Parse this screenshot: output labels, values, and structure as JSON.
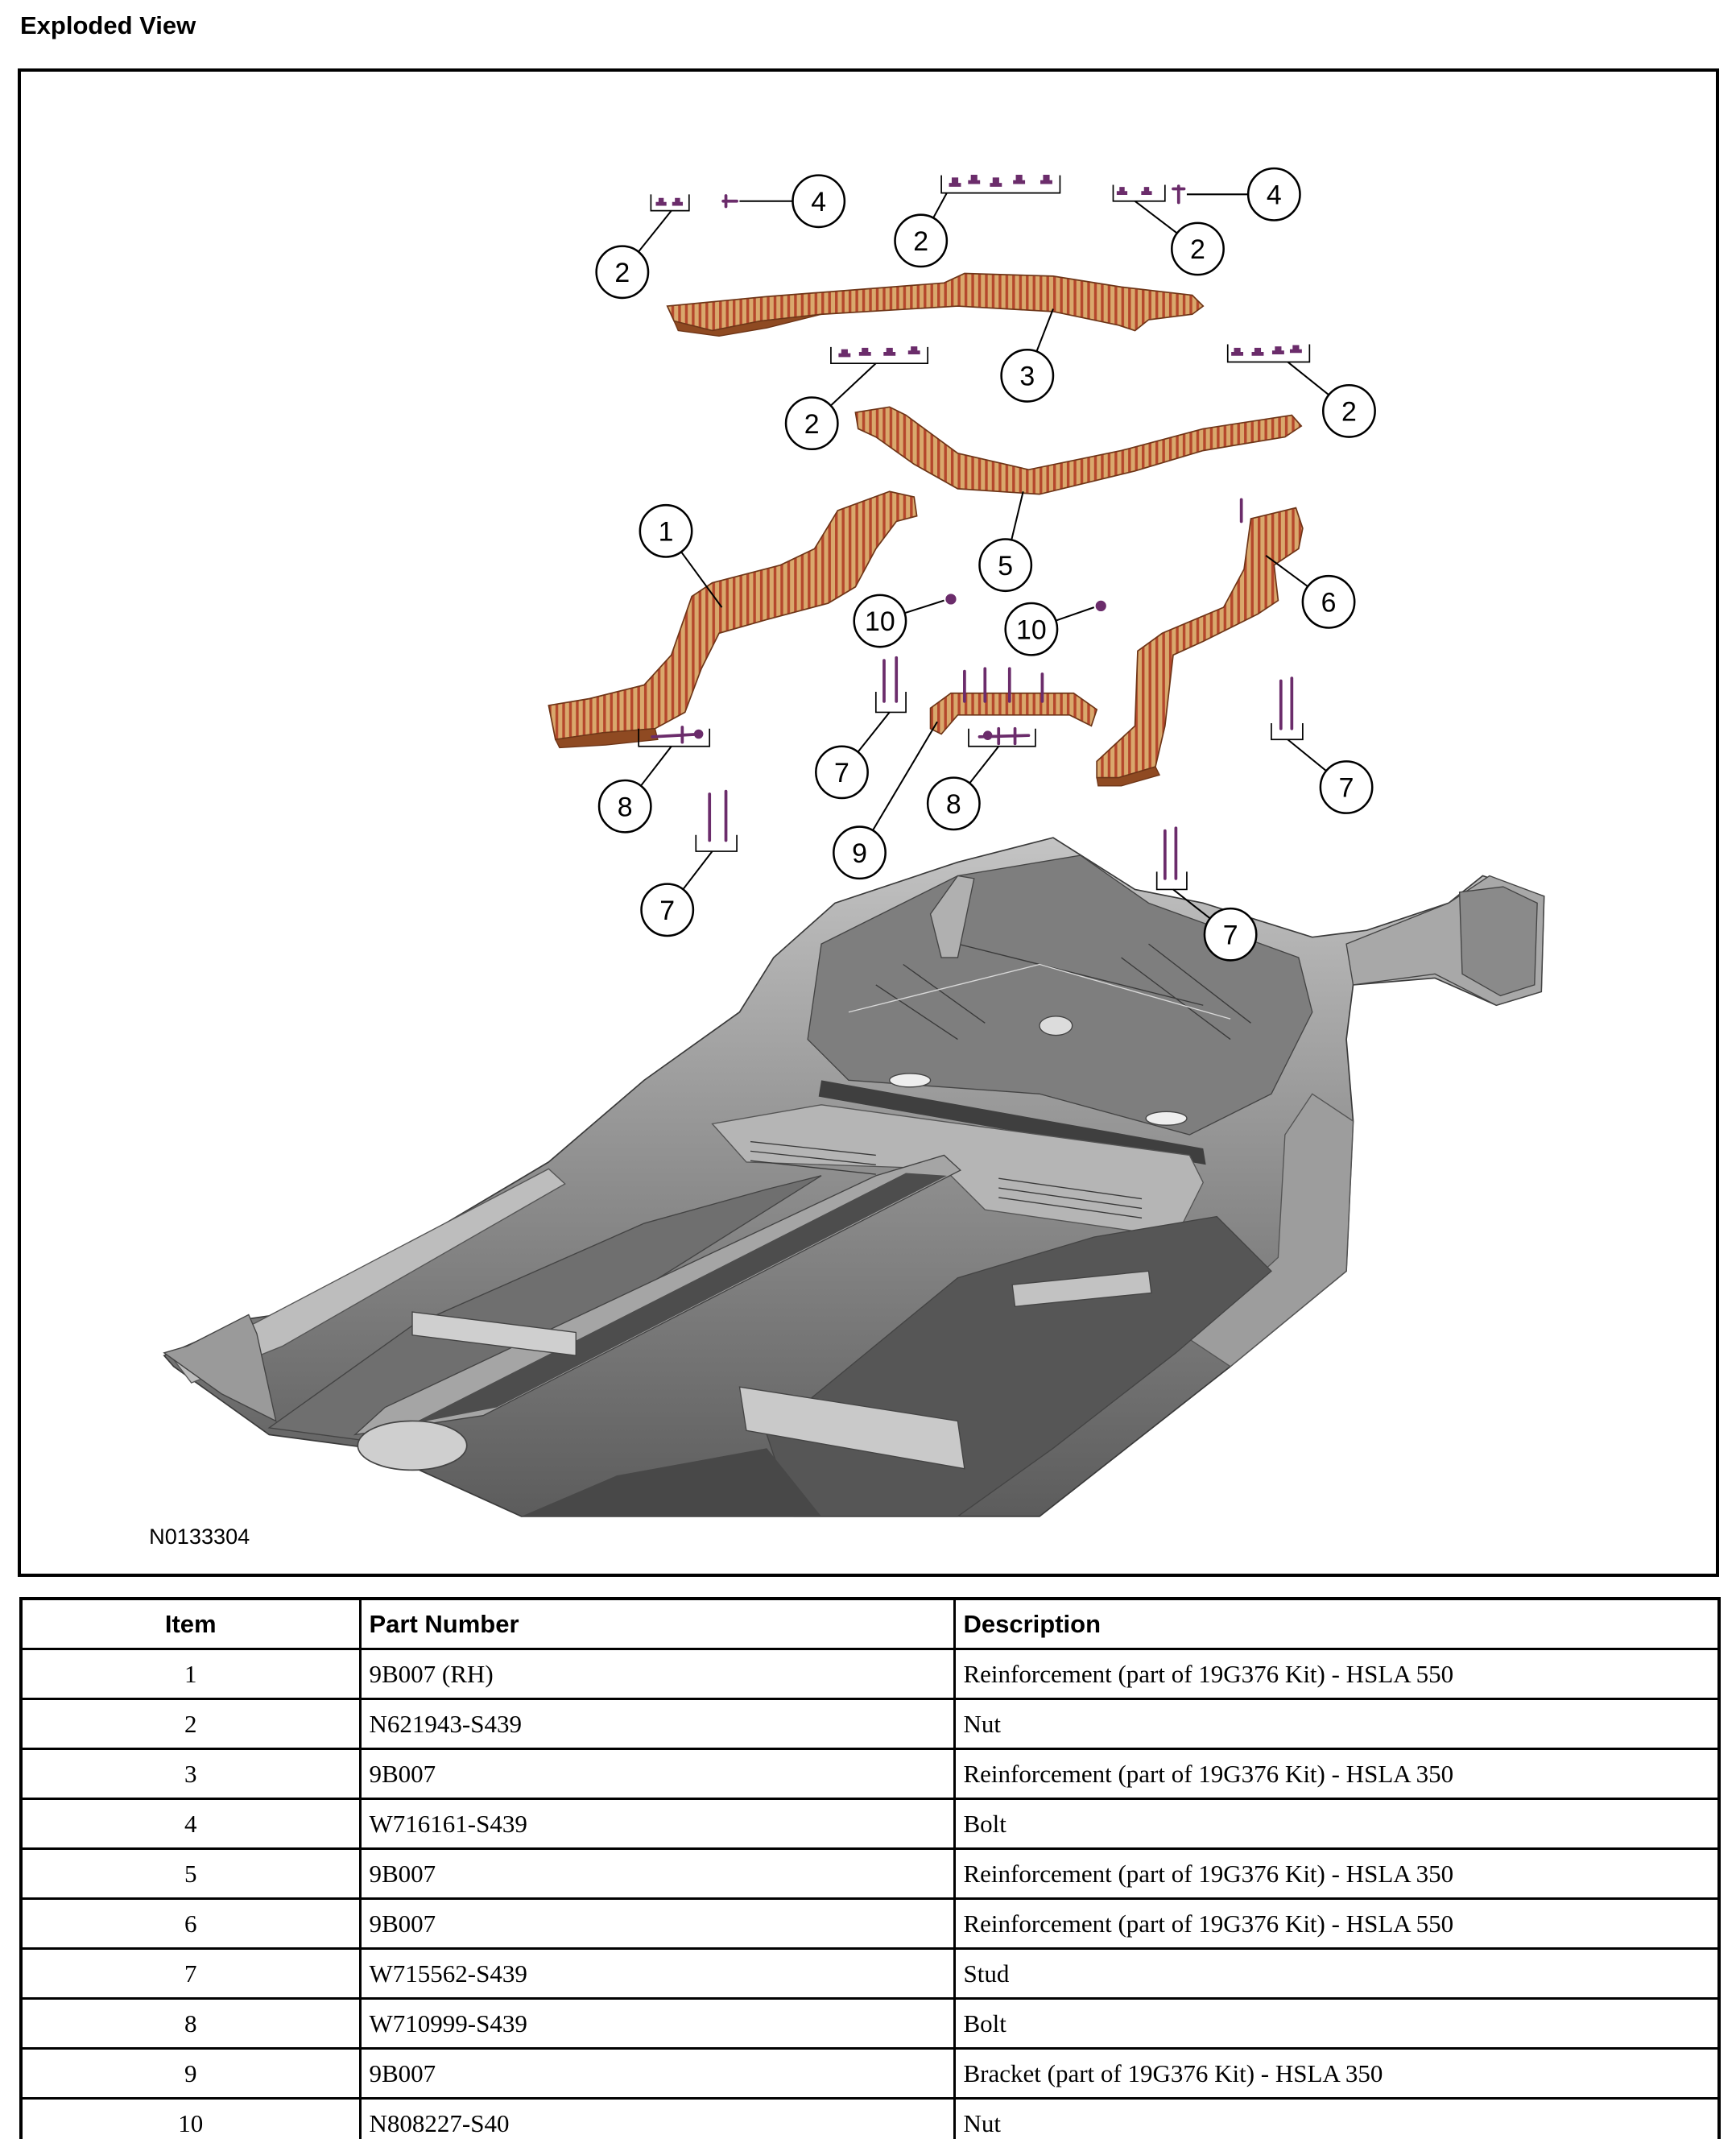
{
  "page": {
    "title": "Exploded View"
  },
  "figure": {
    "id": "N0133304",
    "callouts": [
      "4",
      "2",
      "2",
      "2",
      "4",
      "3",
      "2",
      "2",
      "1",
      "5",
      "6",
      "10",
      "10",
      "7",
      "8",
      "8",
      "7",
      "9",
      "7",
      "7"
    ]
  },
  "colors": {
    "reinforcement": "#d9a86c",
    "reinforcement_stripe": "#b5472c",
    "fastener": "#6b2c6b"
  },
  "table": {
    "headers": {
      "item": "Item",
      "part_number": "Part Number",
      "description": "Description"
    },
    "rows": [
      {
        "item": "1",
        "part_number": "9B007 (RH)",
        "description": "Reinforcement (part of 19G376 Kit) - HSLA 550"
      },
      {
        "item": "2",
        "part_number": "N621943-S439",
        "description": "Nut"
      },
      {
        "item": "3",
        "part_number": "9B007",
        "description": "Reinforcement (part of 19G376 Kit) - HSLA 350"
      },
      {
        "item": "4",
        "part_number": "W716161-S439",
        "description": "Bolt"
      },
      {
        "item": "5",
        "part_number": "9B007",
        "description": "Reinforcement (part of 19G376 Kit) - HSLA 350"
      },
      {
        "item": "6",
        "part_number": "9B007",
        "description": "Reinforcement (part of 19G376 Kit) - HSLA 550"
      },
      {
        "item": "7",
        "part_number": "W715562-S439",
        "description": "Stud"
      },
      {
        "item": "8",
        "part_number": "W710999-S439",
        "description": "Bolt"
      },
      {
        "item": "9",
        "part_number": "9B007",
        "description": "Bracket (part of 19G376 Kit) - HSLA 350"
      },
      {
        "item": "10",
        "part_number": "N808227-S40",
        "description": "Nut"
      }
    ]
  }
}
